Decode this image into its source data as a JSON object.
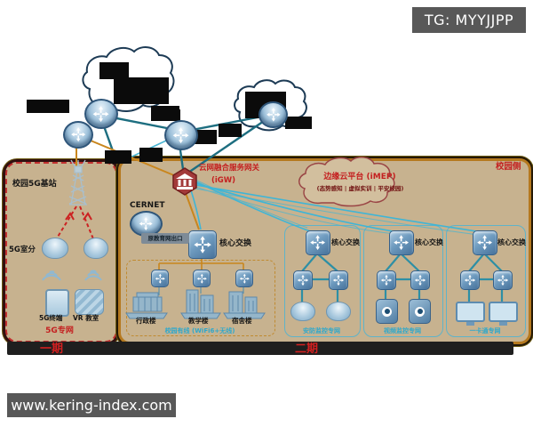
{
  "watermarks": {
    "tg_badge": "TG: MYYJJPP",
    "site_badge": "www.kering-index.com"
  },
  "diagram": {
    "side_label": "校园侧",
    "phase1": "一期",
    "phase2": "二期",
    "left_box": {
      "title": "校园5G基站",
      "indoor": "5G室分",
      "terminal": "5G终端",
      "vr": "VR 教室",
      "footer": "5G专网"
    },
    "gateway": {
      "name": "云网融合服务网关",
      "abbr": "(iGW)"
    },
    "cernet": {
      "name": "CERNET",
      "exit": "原教育网出口"
    },
    "edge_cloud": {
      "title": "边缘云平台 (iMEP)",
      "services": "(态势感知 | 虚拟实训 | 平安校园)"
    },
    "labels": {
      "core_switch": "核心交换"
    },
    "wired_zone": {
      "name": "校园有线 (WiFi6+无线)",
      "buildings": [
        "行政楼",
        "教学楼",
        "宿舍楼"
      ]
    },
    "subnets": [
      {
        "name": "安防监控专网"
      },
      {
        "name": "视频监控专网"
      },
      {
        "name": "一卡通专网"
      }
    ]
  },
  "colors": {
    "box_fill": "#c7b28f",
    "orange_border": "#b5791f",
    "red_accent": "#c42020",
    "teal_line": "#1d6e80",
    "cyan_line": "#3fb5d6",
    "orange_line": "#c9861d",
    "redaction": "#0b0b0b"
  },
  "icons": {
    "router": "disc-with-4-way-arrows",
    "core_switch": "cube-with-4-way-arrows",
    "access_switch": "small-cube-with-arrows",
    "gateway": "red-hexagon-bank",
    "cloud": "cloud-outline",
    "tower": "5g-antenna-mast",
    "ap": "dome-access-point",
    "wifi": "signal-arcs",
    "camera": "dome-and-box-cameras",
    "monitor": "screen-terminal",
    "redaction": "black-block"
  }
}
